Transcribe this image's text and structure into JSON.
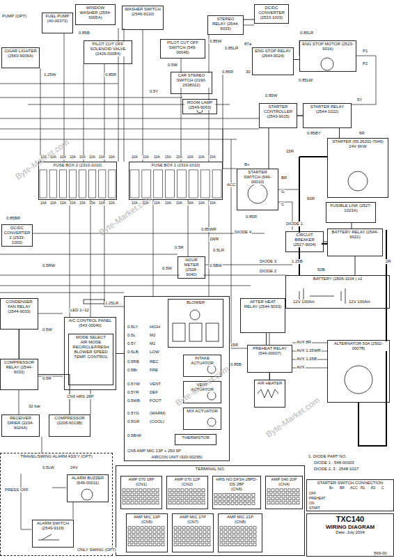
{
  "diagram": {
    "nodes": [
      {
        "text": [
          "FUSE BOX 2 (2310-1010)"
        ]
      },
      {
        "text": [
          "FUSE BOX 1 (2310-1010)"
        ]
      },
      {
        "text": [
          "DC/DC CONVERTER 2 (2533-1003)"
        ]
      },
      {
        "text": [
          "A/C CONTROL PANEL (543-00040)"
        ]
      },
      {
        "text": [
          "MODE SELECT",
          "AIR MODE RECIRCLE/FRESH BLOWER SPEED TEMP. CONTROL"
        ],
        "in": 3
      },
      {
        "text": [
          "AIRCON UNIT (920-00295)"
        ]
      },
      {
        "text": [
          "BLOWER"
        ],
        "in": 5
      },
      {
        "text": [
          "INTAKE ACTUATOR"
        ],
        "in": 5
      },
      {
        "text": [
          "VENT ACTUATOR"
        ],
        "in": 5
      },
      {
        "text": [
          "MIX ACTUATOR"
        ],
        "in": 5
      },
      {
        "text": [
          "THERMISTOR"
        ],
        "in": 5
      },
      {
        "text": [
          "STEREO RELAY (2544-9033)"
        ]
      },
      {
        "text": [
          "DC/DC CONVERTER (2533-1003)"
        ]
      },
      {
        "text": [
          "ENG STOP RELAY (2544-9024)"
        ]
      },
      {
        "text": [
          "ENG STOP MOTOR (2523-9016)"
        ]
      },
      {
        "text": [
          "STARTER CONTROLLER (2543-9015)"
        ]
      },
      {
        "text": [
          "STARTER RELAY (2544-1022)"
        ]
      },
      {
        "text": [
          "STARTER (65.26201-7046) 24V 6KW"
        ]
      },
      {
        "text": [
          "STARTER SWITCH (549-00010)"
        ]
      },
      {
        "text": [
          "FUSIBLE LINK (2527-1023A)"
        ]
      },
      {
        "text": [
          "CIRCUIT BREAKER (2527-9004)"
        ]
      },
      {
        "text": [
          "BATTERY RELAY (2544-9021)"
        ]
      },
      {
        "text": [
          "BATTERY (2506-1104 ) x2"
        ]
      },
      {
        "text": [
          "AFTER HEAT RELAY (2544-9033)"
        ]
      },
      {
        "text": [
          "PREHEAT RELAY (544-00007)"
        ]
      },
      {
        "text": [
          "AIR HEATER"
        ]
      },
      {
        "text": [
          "ALTERNATOR 50A (2502-00078)"
        ]
      },
      {
        "text": [
          "HOUR METER (2528-9040)"
        ]
      },
      {
        "text": [
          "ROOM LAMP (2549-9063)"
        ]
      },
      {
        "text": [
          "CAR STEREO SWITCH (2190-2638022)"
        ]
      },
      {
        "text": [
          "PILOT CUT OFF SWITCH (549-00046)"
        ]
      },
      {
        "text": [
          "WASHER SWITCH (2546-9110)"
        ]
      },
      {
        "text": [
          "WINDOW WASHER (2554-9005A)"
        ]
      },
      {
        "text": [
          "FUEL PUMP (40-00373)"
        ]
      },
      {
        "text": [
          "CIGAR LIGHTER (2560-9006A)"
        ]
      },
      {
        "text": [
          "PILOT CUT OFF SOLENOID VALVE (2426-00084)"
        ]
      },
      {
        "text": [
          "CONDENSER FAN RELAY (2544-9033)"
        ]
      },
      {
        "text": [
          "COMPRESSOR RELAY (2544-9033)"
        ]
      },
      {
        "text": [
          "COMPRESSOR (2208-6013B)"
        ]
      },
      {
        "text": [
          "RECEIVER DRIER (2204-9024A)"
        ]
      },
      {
        "text": [
          "TRAVEL/SWING ALARM ASS'Y (OPT)"
        ]
      },
      {
        "text": [
          "ALARM BUZZER (549-00011)"
        ],
        "in": 40
      },
      {
        "text": [
          "ALARM SWITCH (2549-9119)"
        ],
        "in": 40
      },
      {
        "text": [
          "TERMINAL NO."
        ]
      },
      {
        "text": [
          "AMP 070 18P",
          "(CN1)"
        ],
        "in": 43
      },
      {
        "text": [
          "AMP 070 12P",
          "(CN2)"
        ],
        "in": 43
      },
      {
        "text": [
          "HRS NO.DF3A-28PD-DS 28P",
          "(CN6)"
        ],
        "in": 43
      },
      {
        "text": [
          "AMP 040 20P",
          "(CN4)"
        ],
        "in": 43
      },
      {
        "text": [
          "AMP MIC 13P",
          "(CN5)"
        ],
        "in": 43
      },
      {
        "text": [
          "AMP MIC 17P",
          "(CN7)"
        ],
        "in": 43
      },
      {
        "text": [
          "AMP MIC 21P",
          "(CN8)"
        ],
        "in": 43
      },
      {
        "text": [
          "STARTER SWITCH CONNECTION"
        ]
      },
      {
        "text": [
          "TXC140",
          "WIRING DIAGRAM",
          "Date: July 2004"
        ]
      }
    ],
    "edges": [
      {
        "from": 11,
        "to": 12,
        "arrow": "none"
      },
      {
        "from": 13,
        "to": 14,
        "arrow": "none"
      },
      {
        "from": 15,
        "to": 16,
        "arrow": "none"
      },
      {
        "from": 16,
        "to": 17,
        "arrow": "none"
      },
      {
        "from": 18,
        "to": 15,
        "arrow": "none"
      },
      {
        "from": 19,
        "to": 21,
        "arrow": "none"
      },
      {
        "from": 20,
        "to": 21,
        "arrow": "none"
      },
      {
        "from": 21,
        "to": 22,
        "arrow": "none"
      },
      {
        "from": 23,
        "to": 24,
        "arrow": "none"
      },
      {
        "from": 24,
        "to": 25,
        "arrow": "none"
      },
      {
        "from": 3,
        "to": 5,
        "arrow": "none"
      },
      {
        "from": 36,
        "to": 37,
        "arrow": "none"
      },
      {
        "from": 37,
        "to": 38,
        "arrow": "none"
      }
    ],
    "labels": [
      "10A",
      "10A",
      "10A",
      "10A",
      "10A",
      "10A",
      "10A",
      "10A",
      "10A",
      "10A",
      "10A",
      "10A",
      "15A",
      "15A",
      "10A",
      "10A",
      "10A",
      "10A",
      "10A",
      "15A",
      "15A",
      "10A",
      "10A",
      "20A",
      "10A",
      "10A",
      "10A",
      "10A",
      "10A",
      "30A",
      "10A",
      "10A",
      "PUMP (OPT)",
      "1.25W",
      "0.85R",
      "0.85B",
      "0.5W",
      "0.5Y",
      "0.85W",
      "0.85LR",
      "0.85R",
      "87a",
      "30",
      "0.85LW",
      "0.85LR",
      "P1",
      "P2",
      "0.85W",
      "0.85BY",
      "5Y",
      "5R",
      "15R",
      "60R",
      "0.85R",
      "B+",
      "ACC",
      "BR",
      "G",
      "C",
      "DIODE 4",
      "DIODE 3",
      "DIODE 1",
      "DIODE 2",
      "1.25B",
      "2R",
      "50B",
      "12V 100AH",
      "12V 100AH",
      "AVX 8R",
      "AVX 1.25WR",
      "AVX 1.25B",
      "AVX",
      "15R",
      "0.85B",
      "0.5W",
      "0.5BW",
      "2WR",
      "0.85WR",
      "0.5LR",
      "0.5R",
      "0.85BR",
      "0.5RW",
      "LED 1~12",
      "1.25LR",
      "CN6  HRS 28P",
      "CN5  AMP MIC 13P + 250 6P",
      "0.5LY",
      "0.5L",
      "0.5Y",
      "0.5LB",
      "0.5RB",
      "0.5Br",
      "0.5YW",
      "0.5YR",
      "0.5WB",
      "0.5YG",
      "0.5GR",
      "0.5BrW",
      "HIGH",
      "M2",
      "M1",
      "LOW",
      "REC",
      "FRE",
      "VENT",
      "DEF",
      "FOOT",
      "(WARM)",
      "(COOL)",
      "32 bar",
      "0.5W",
      "0.5R",
      "1. DIODE PART NO.",
      "DIODE 1 :  548-00003",
      "DIODE 2, 3 :  2548-1027",
      "B+",
      "BR",
      "ACC",
      "R1",
      "R2",
      "C",
      "OFF",
      "PREHEAT",
      "ON",
      "START",
      "599-00",
      "ONLY SWING (OPT)",
      "PRESS OFF",
      "0.5LW",
      "24V",
      "Byte-Market.com",
      "Byte-Market.com",
      "Byte-Market.com",
      "Byte-Market.com"
    ]
  }
}
